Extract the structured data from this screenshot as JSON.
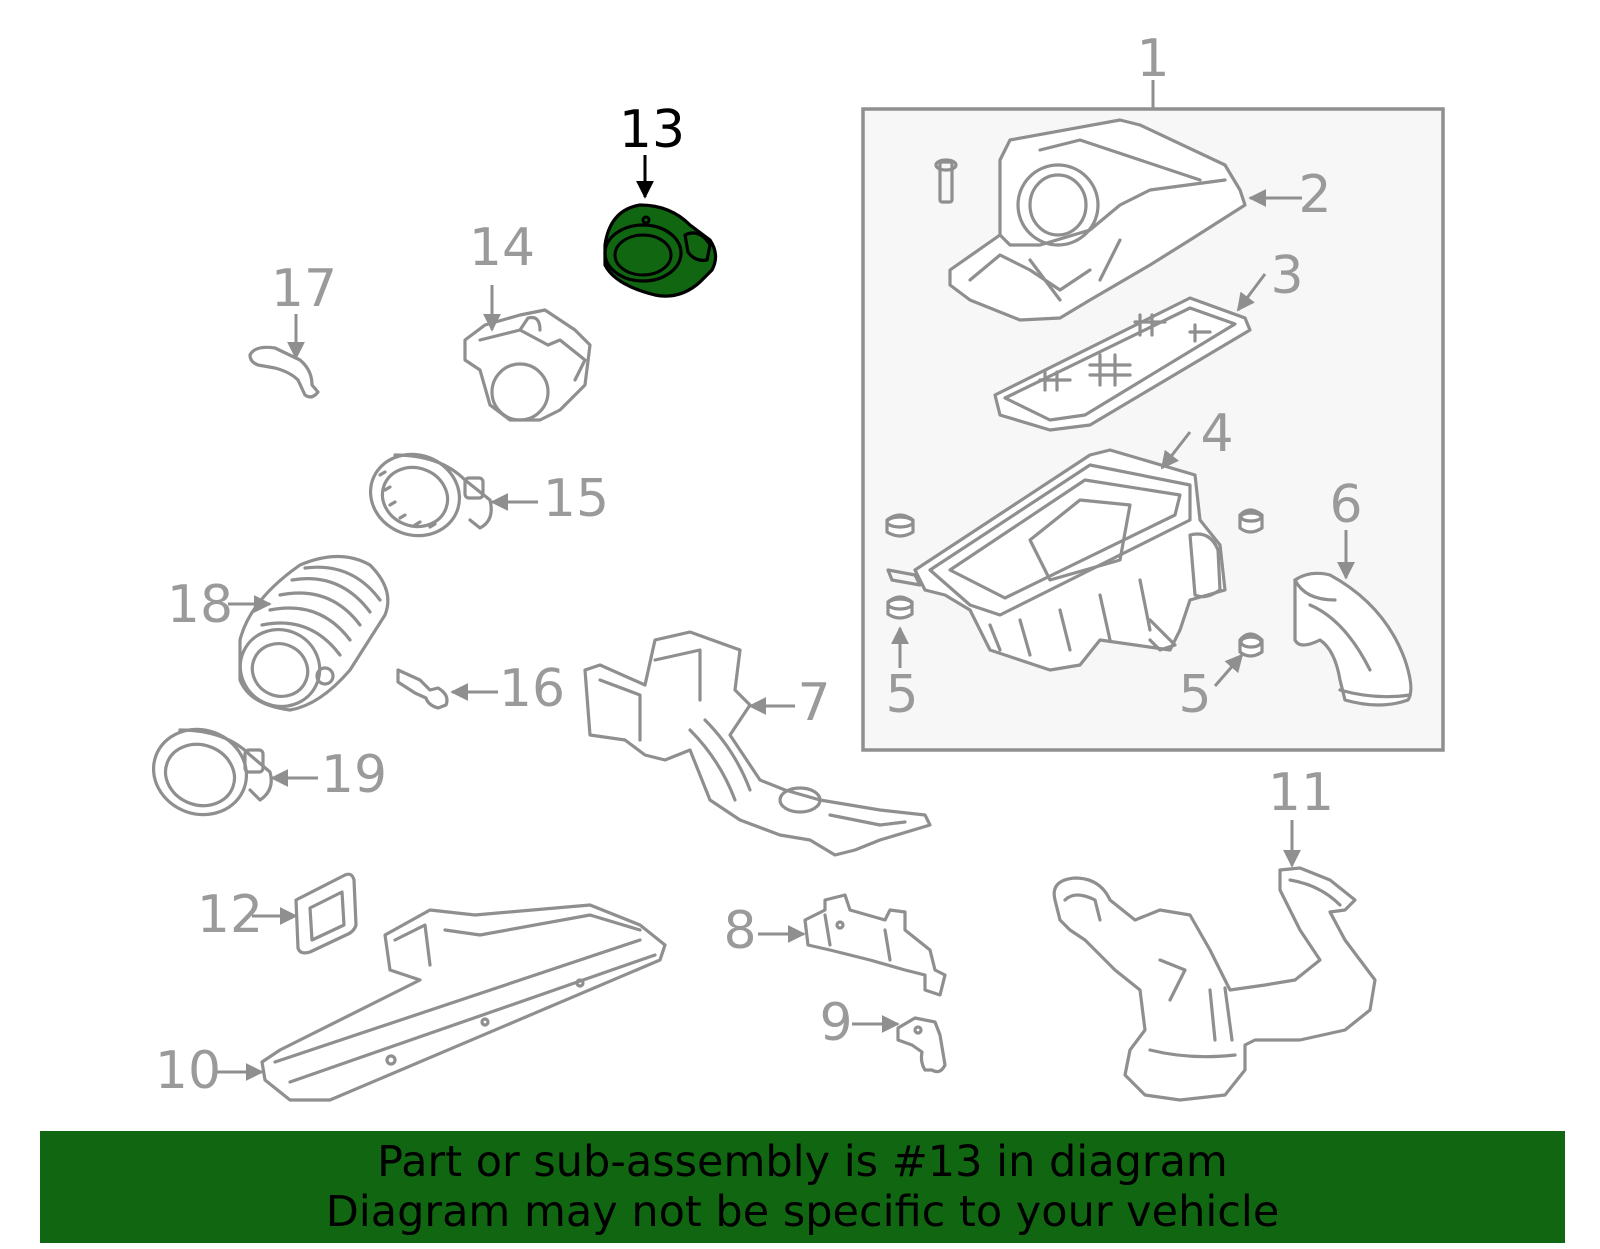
{
  "colors": {
    "highlight": "#116611",
    "banner": "#116611",
    "line": "#8f8f8f",
    "box_fill": "#f7f7f7"
  },
  "diagram": {
    "highlighted_part": "13",
    "callouts": {
      "c1": "1",
      "c2": "2",
      "c3": "3",
      "c4": "4",
      "c5a": "5",
      "c5b": "5",
      "c6": "6",
      "c7": "7",
      "c8": "8",
      "c9": "9",
      "c10": "10",
      "c11": "11",
      "c12": "12",
      "c13": "13",
      "c14": "14",
      "c15": "15",
      "c16": "16",
      "c17": "17",
      "c18": "18",
      "c19": "19"
    }
  },
  "banner": {
    "line1": "Part or sub-assembly is #13 in diagram",
    "line2": "Diagram may not be specific to your vehicle"
  }
}
